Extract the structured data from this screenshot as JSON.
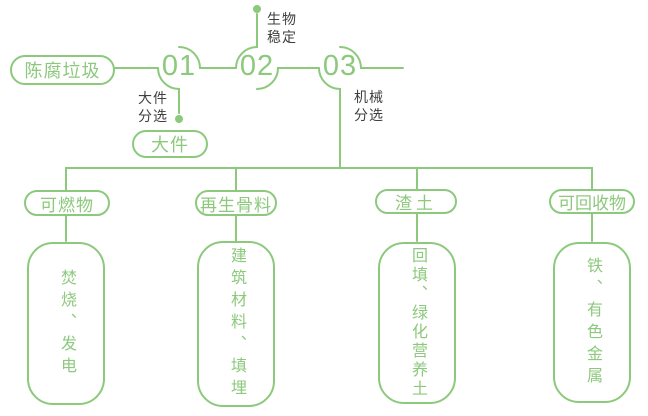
{
  "flow": {
    "source": {
      "label": "陈腐垃圾"
    },
    "steps": [
      {
        "number": "01",
        "process": "大件\n分选"
      },
      {
        "number": "02",
        "process": "生物\n稳定"
      },
      {
        "number": "03",
        "process": "机械\n分选"
      }
    ],
    "bulky": {
      "label": "大件"
    },
    "branches": [
      {
        "label": "可燃物",
        "result": "焚烧、发电"
      },
      {
        "label": "再生骨料",
        "result": "建筑材料、填埋"
      },
      {
        "label": "渣土",
        "result": "回填、绿化营养土"
      },
      {
        "label": "可回收物",
        "result": "铁、有色金属"
      }
    ],
    "colors": {
      "green": "#8CC97C",
      "text_dark": "#3F3F3F",
      "background": "#FFFFFF"
    }
  }
}
